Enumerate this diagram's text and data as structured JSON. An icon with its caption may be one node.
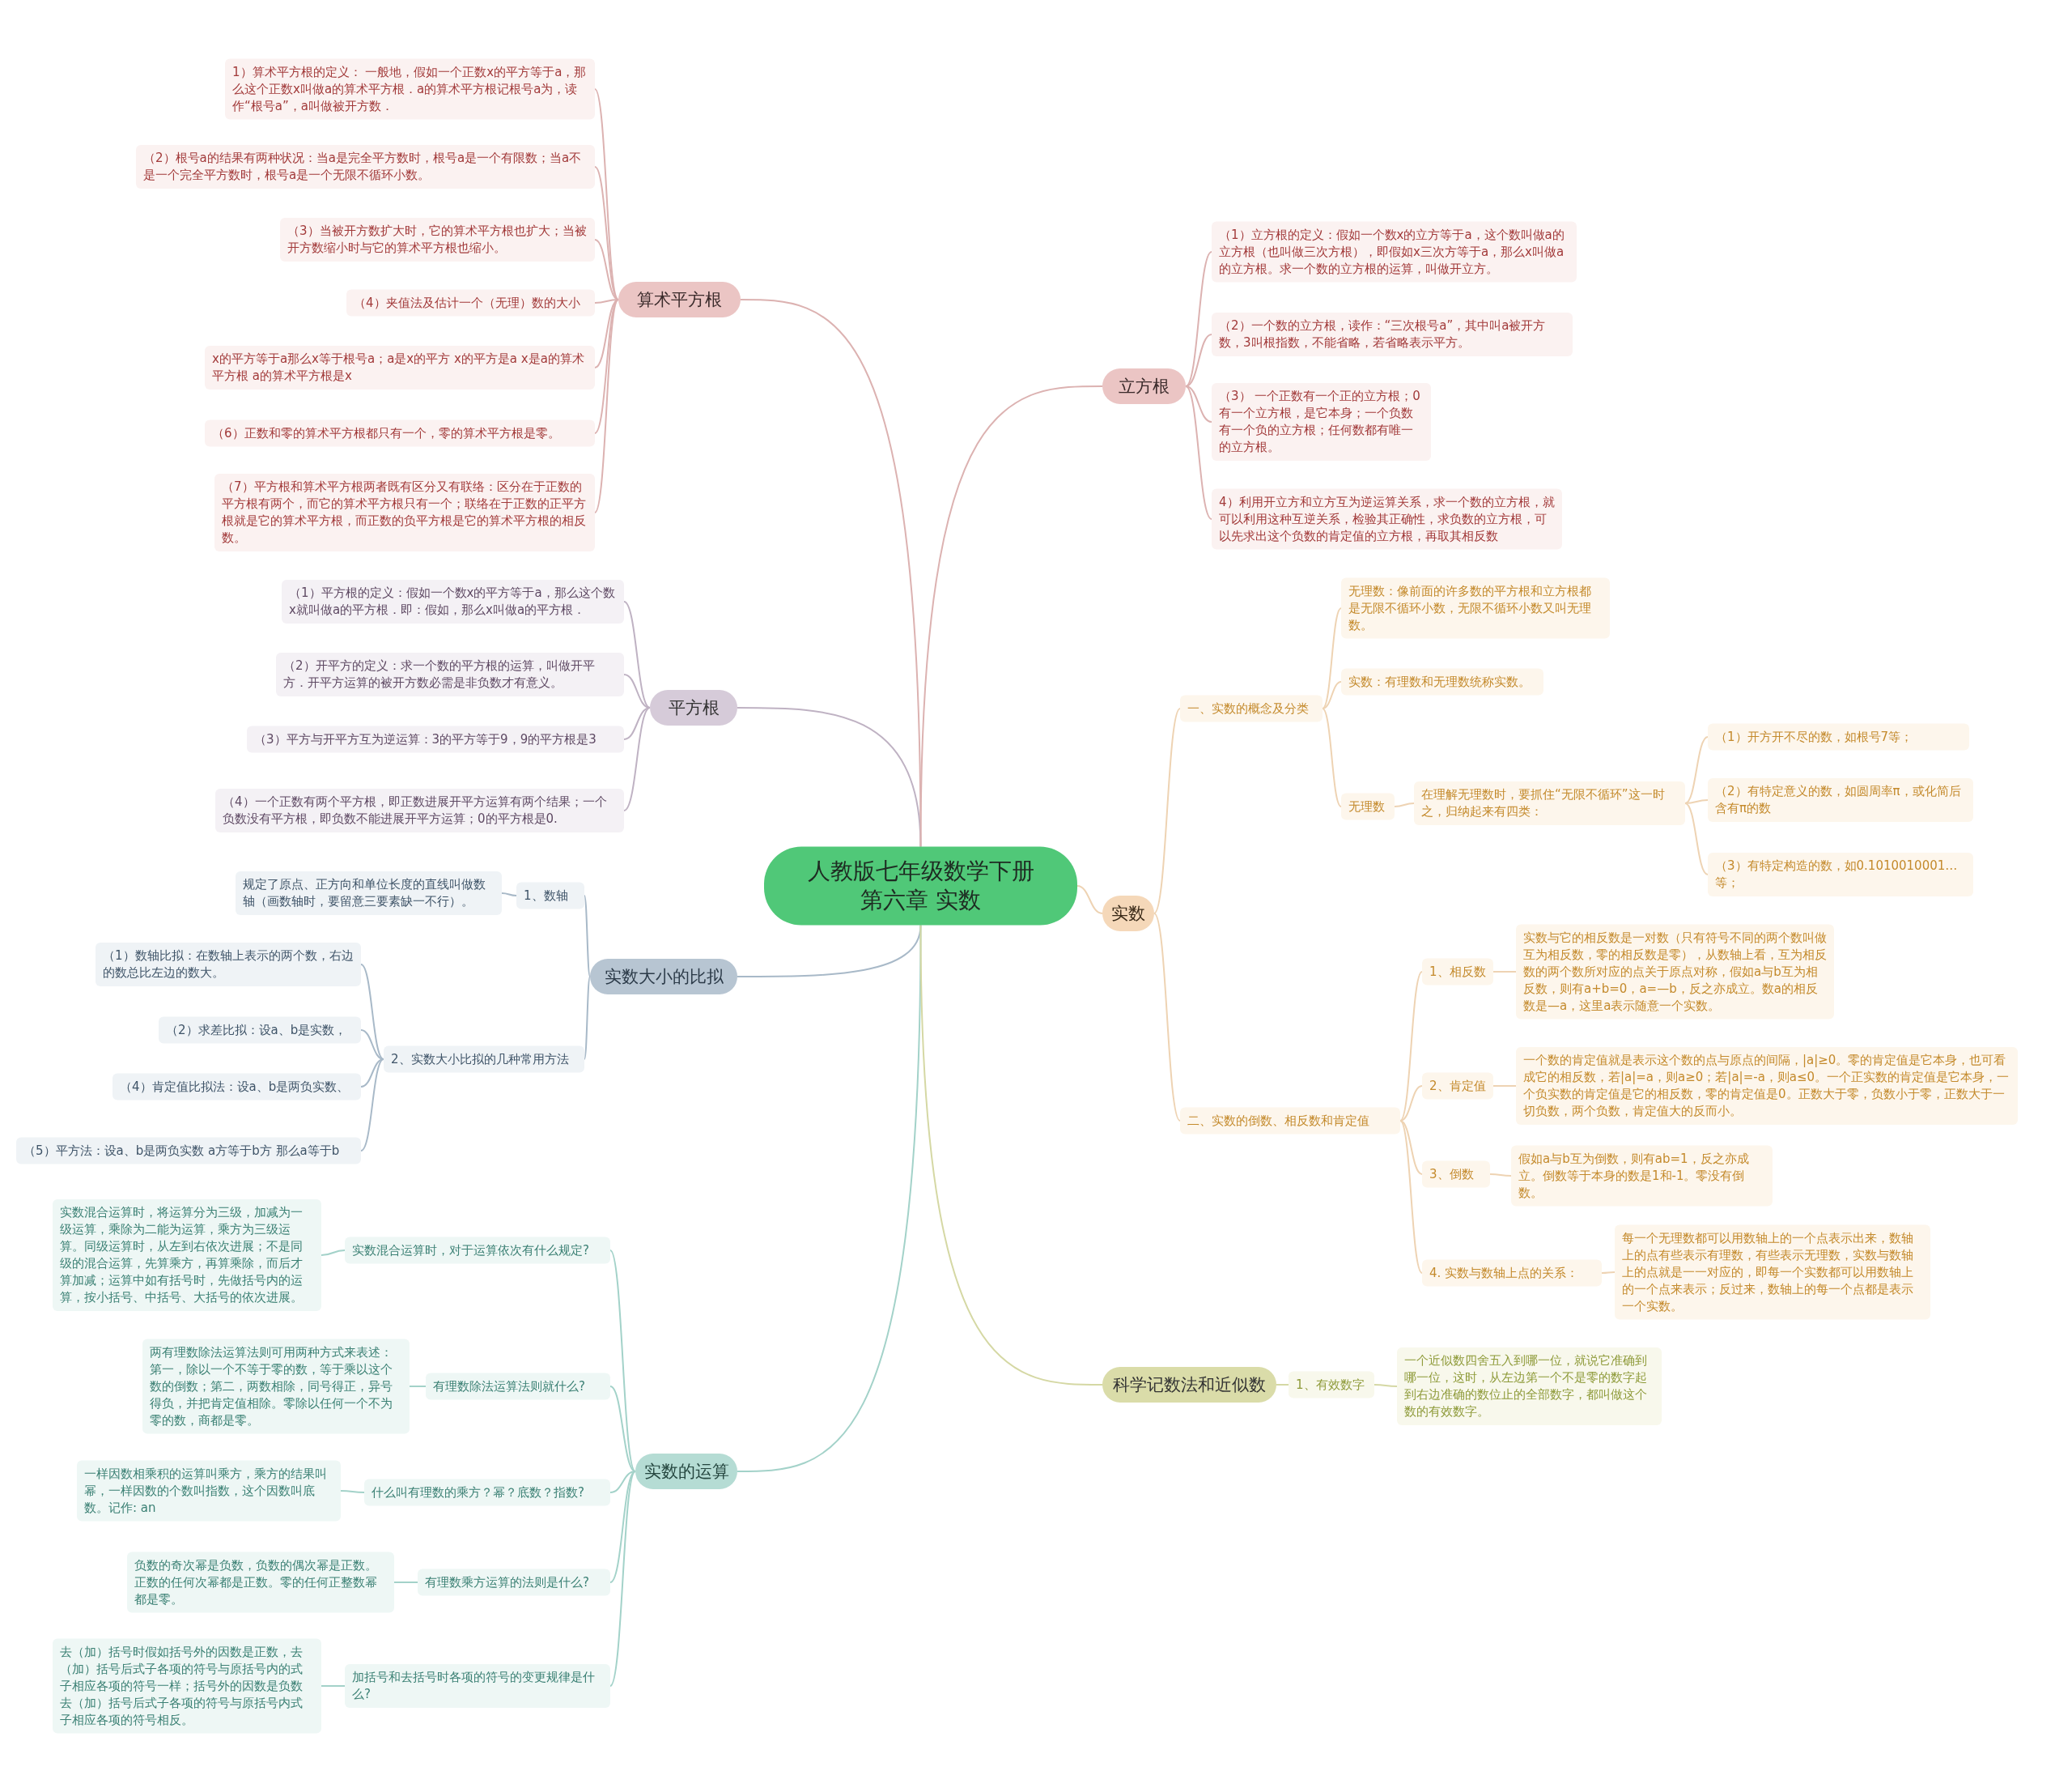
{
  "diagram": {
    "nodes": [
      {
        "text": [
          "人教版七年级数学下册",
          "第六章 实数"
        ]
      },
      {
        "text": [
          "算术平方根"
        ]
      },
      {
        "text": [
          "1）算术平方根的定义： 一般地，假如一个正数x的平方等于a，那么这个正数x叫做a的算术平方根．a的算术平方根记根号a为，读作“根号a”，a叫做被开方数．"
        ]
      },
      {
        "text": [
          "（2）根号a的结果有两种状况：当a是完全平方数时，根号a是一个有限数；当a不是一个完全平方数时，根号a是一个无限不循环小数。"
        ]
      },
      {
        "text": [
          "（3）当被开方数扩大时，它的算术平方根也扩大；当被开方数缩小时与它的算术平方根也缩小。"
        ]
      },
      {
        "text": [
          "（4）夹值法及估计一个（无理）数的大小"
        ]
      },
      {
        "text": [
          "x的平方等于a那么x等于根号a；a是x的平方 x的平方是a x是a的算术平方根 a的算术平方根是x"
        ]
      },
      {
        "text": [
          "（6）正数和零的算术平方根都只有一个，零的算术平方根是零。"
        ]
      },
      {
        "text": [
          "（7）平方根和算术平方根两者既有区分又有联络：区分在于正数的平方根有两个，而它的算术平方根只有一个；联络在于正数的正平方根就是它的算术平方根，而正数的负平方根是它的算术平方根的相反数。"
        ]
      },
      {
        "text": [
          "平方根"
        ]
      },
      {
        "text": [
          "（1）平方根的定义：假如一个数x的平方等于a，那么这个数x就叫做a的平方根．即：假如，那么x叫做a的平方根．"
        ]
      },
      {
        "text": [
          "（2）开平方的定义：求一个数的平方根的运算，叫做开平方．开平方运算的被开方数必需是非负数才有意义。"
        ]
      },
      {
        "text": [
          "（3）平方与开平方互为逆运算：3的平方等于9，9的平方根是3"
        ]
      },
      {
        "text": [
          "（4）一个正数有两个平方根，即正数进展开平方运算有两个结果；一个负数没有平方根，即负数不能进展开平方运算；0的平方根是0."
        ]
      },
      {
        "text": [
          "实数大小的比拟"
        ]
      },
      {
        "text": [
          "1、数轴"
        ]
      },
      {
        "text": [
          "规定了原点、正方向和单位长度的直线叫做数轴（画数轴时，要留意三要素缺一不行）。"
        ]
      },
      {
        "text": [
          "2、实数大小比拟的几种常用方法"
        ]
      },
      {
        "text": [
          "（1）数轴比拟：在数轴上表示的两个数，右边的数总比左边的数大。"
        ]
      },
      {
        "text": [
          "（2）求差比拟：设a、b是实数，"
        ]
      },
      {
        "text": [
          "（4）肯定值比拟法：设a、b是两负实数、"
        ]
      },
      {
        "text": [
          "（5）平方法：设a、b是两负实数 a方等于b方 那么a等于b"
        ]
      },
      {
        "text": [
          "实数的运算"
        ]
      },
      {
        "text": [
          "实数混合运算时，对于运算依次有什么规定?"
        ]
      },
      {
        "text": [
          "实数混合运算时，将运算分为三级，加减为一级运算，乘除为二能为运算，乘方为三级运算。同级运算时，从左到右依次进展；不是同级的混合运算，先算乘方，再算乘除，而后才算加减；运算中如有括号时，先做括号内的运算，按小括号、中括号、大括号的依次进展。"
        ]
      },
      {
        "text": [
          "有理数除法运算法则就什么?"
        ]
      },
      {
        "text": [
          "两有理数除法运算法则可用两种方式来表述：第一，除以一个不等于零的数，等于乘以这个数的倒数；第二，两数相除，同号得正，异号得负，并把肯定值相除。零除以任何一个不为零的数，商都是零。"
        ]
      },
      {
        "text": [
          "什么叫有理数的乘方？幂？底数？指数?"
        ]
      },
      {
        "text": [
          "一样因数相乘积的运算叫乘方，乘方的结果叫幂，一样因数的个数叫指数，这个因数叫底数。记作: an"
        ]
      },
      {
        "text": [
          "有理数乘方运算的法则是什么?"
        ]
      },
      {
        "text": [
          "负数的奇次幂是负数，负数的偶次幂是正数。正数的任何次幂都是正数。零的任何正整数幂都是零。"
        ]
      },
      {
        "text": [
          "加括号和去括号时各项的符号的变更规律是什么?"
        ]
      },
      {
        "text": [
          "去（加）括号时假如括号外的因数是正数，去（加）括号后式子各项的符号与原括号内的式子相应各项的符号一样；括号外的因数是负数去（加）括号后式子各项的符号与原括号内式子相应各项的符号相反。"
        ]
      },
      {
        "text": [
          "立方根"
        ]
      },
      {
        "text": [
          "（1）立方根的定义：假如一个数x的立方等于a，这个数叫做a的立方根（也叫做三次方根），即假如x三次方等于a，那么x叫做a的立方根。求一个数的立方根的运算，叫做开立方。"
        ]
      },
      {
        "text": [
          "（2）一个数的立方根，读作：“三次根号a”，其中叫a被开方数，3叫根指数，不能省略，若省略表示平方。"
        ]
      },
      {
        "text": [
          "（3） 一个正数有一个正的立方根；0有一个立方根，是它本身；一个负数有一个负的立方根；任何数都有唯一的立方根。"
        ]
      },
      {
        "text": [
          "4）利用开立方和立方互为逆运算关系，求一个数的立方根，就可以利用这种互逆关系，检验其正确性，求负数的立方根，可以先求出这个负数的肯定值的立方根，再取其相反数"
        ]
      },
      {
        "text": [
          "实数"
        ]
      },
      {
        "text": [
          "一、实数的概念及分类"
        ]
      },
      {
        "text": [
          "无理数：像前面的许多数的平方根和立方根都是无限不循环小数，无限不循环小数又叫无理数。"
        ]
      },
      {
        "text": [
          "实数：有理数和无理数统称实数。"
        ]
      },
      {
        "text": [
          "无理数"
        ]
      },
      {
        "text": [
          "在理解无理数时，要抓住“无限不循环”这一时之，归纳起来有四类："
        ]
      },
      {
        "text": [
          "（1）开方开不尽的数，如根号7等；"
        ]
      },
      {
        "text": [
          "（2）有特定意义的数，如圆周率π，或化简后含有π的数"
        ]
      },
      {
        "text": [
          "（3）有特定构造的数，如0.1010010001…等；"
        ]
      },
      {
        "text": [
          "二、实数的倒数、相反数和肯定值"
        ]
      },
      {
        "text": [
          "1、相反数"
        ]
      },
      {
        "text": [
          "实数与它的相反数是一对数（只有符号不同的两个数叫做互为相反数，零的相反数是零），从数轴上看，互为相反数的两个数所对应的点关于原点对称，假如a与b互为相反数，则有a+b=0，a=—b，反之亦成立。数a的相反数是—a，这里a表示随意一个实数。"
        ]
      },
      {
        "text": [
          "2、肯定值"
        ]
      },
      {
        "text": [
          "一个数的肯定值就是表示这个数的点与原点的间隔，|a|≥0。零的肯定值是它本身，也可看成它的相反数，若|a|=a，则a≥0；若|a|=-a，则a≤0。一个正实数的肯定值是它本身，一个负实数的肯定值是它的相反数，零的肯定值是0。正数大于零，负数小于零，正数大于一切负数，两个负数，肯定值大的反而小。"
        ]
      },
      {
        "text": [
          "3、倒数"
        ]
      },
      {
        "text": [
          "假如a与b互为倒数，则有ab=1，反之亦成立。倒数等于本身的数是1和-1。零没有倒数。"
        ]
      },
      {
        "text": [
          "4. 实数与数轴上点的关系："
        ]
      },
      {
        "text": [
          "每一个无理数都可以用数轴上的一个点表示出来，数轴上的点有些表示有理数，有些表示无理数，实数与数轴上的点就是一一对应的，即每一个实数都可以用数轴上的一个点来表示；反过来，数轴上的每一个点都是表示一个实数。"
        ]
      },
      {
        "text": [
          "科学记数法和近似数"
        ]
      },
      {
        "text": [
          "1、有效数字"
        ]
      },
      {
        "text": [
          "一个近似数四舍五入到哪一位，就说它准确到哪一位，这时，从左边第一个不是零的数字起到右边准确的数位止的全部数字，都叫做这个数的有效数字。"
        ]
      }
    ],
    "edges": [
      {
        "from": 0,
        "to": 1,
        "arrow": "none",
        "color": "#dcb2b1"
      },
      {
        "from": 1,
        "to": 2,
        "arrow": "none",
        "color": "#dcb2b1"
      },
      {
        "from": 1,
        "to": 3,
        "arrow": "none",
        "color": "#dcb2b1"
      },
      {
        "from": 1,
        "to": 4,
        "arrow": "none",
        "color": "#dcb2b1"
      },
      {
        "from": 1,
        "to": 5,
        "arrow": "none",
        "color": "#dcb2b1"
      },
      {
        "from": 1,
        "to": 6,
        "arrow": "none",
        "color": "#dcb2b1"
      },
      {
        "from": 1,
        "to": 7,
        "arrow": "none",
        "color": "#dcb2b1"
      },
      {
        "from": 1,
        "to": 8,
        "arrow": "none",
        "color": "#dcb2b1"
      },
      {
        "from": 0,
        "to": 9,
        "arrow": "none",
        "color": "#bfb2c3"
      },
      {
        "from": 9,
        "to": 10,
        "arrow": "none",
        "color": "#bfb2c3"
      },
      {
        "from": 9,
        "to": 11,
        "arrow": "none",
        "color": "#bfb2c3"
      },
      {
        "from": 9,
        "to": 12,
        "arrow": "none",
        "color": "#bfb2c3"
      },
      {
        "from": 9,
        "to": 13,
        "arrow": "none",
        "color": "#bfb2c3"
      },
      {
        "from": 0,
        "to": 14,
        "arrow": "none",
        "color": "#a8b9c8"
      },
      {
        "from": 14,
        "to": 15,
        "arrow": "none",
        "color": "#a8b9c8"
      },
      {
        "from": 15,
        "to": 16,
        "arrow": "none",
        "color": "#a8b9c8"
      },
      {
        "from": 14,
        "to": 17,
        "arrow": "none",
        "color": "#a8b9c8"
      },
      {
        "from": 17,
        "to": 18,
        "arrow": "none",
        "color": "#a8b9c8"
      },
      {
        "from": 17,
        "to": 19,
        "arrow": "none",
        "color": "#a8b9c8"
      },
      {
        "from": 17,
        "to": 20,
        "arrow": "none",
        "color": "#a8b9c8"
      },
      {
        "from": 17,
        "to": 21,
        "arrow": "none",
        "color": "#a8b9c8"
      },
      {
        "from": 0,
        "to": 22,
        "arrow": "none",
        "color": "#a3d2c9"
      },
      {
        "from": 22,
        "to": 23,
        "arrow": "none",
        "color": "#a3d2c9"
      },
      {
        "from": 23,
        "to": 24,
        "arrow": "none",
        "color": "#a3d2c9"
      },
      {
        "from": 22,
        "to": 25,
        "arrow": "none",
        "color": "#a3d2c9"
      },
      {
        "from": 25,
        "to": 26,
        "arrow": "none",
        "color": "#a3d2c9"
      },
      {
        "from": 22,
        "to": 27,
        "arrow": "none",
        "color": "#a3d2c9"
      },
      {
        "from": 27,
        "to": 28,
        "arrow": "none",
        "color": "#a3d2c9"
      },
      {
        "from": 22,
        "to": 29,
        "arrow": "none",
        "color": "#a3d2c9"
      },
      {
        "from": 29,
        "to": 30,
        "arrow": "none",
        "color": "#a3d2c9"
      },
      {
        "from": 22,
        "to": 31,
        "arrow": "none",
        "color": "#a3d2c9"
      },
      {
        "from": 31,
        "to": 32,
        "arrow": "none",
        "color": "#a3d2c9"
      },
      {
        "from": 0,
        "to": 33,
        "arrow": "none",
        "color": "#dcb2b1"
      },
      {
        "from": 33,
        "to": 34,
        "arrow": "none",
        "color": "#dcb2b1"
      },
      {
        "from": 33,
        "to": 35,
        "arrow": "none",
        "color": "#dcb2b1"
      },
      {
        "from": 33,
        "to": 36,
        "arrow": "none",
        "color": "#dcb2b1"
      },
      {
        "from": 33,
        "to": 37,
        "arrow": "none",
        "color": "#dcb2b1"
      },
      {
        "from": 0,
        "to": 38,
        "arrow": "none"
      },
      {
        "from": 38,
        "to": 39,
        "arrow": "none"
      },
      {
        "from": 39,
        "to": 40,
        "arrow": "none"
      },
      {
        "from": 39,
        "to": 41,
        "arrow": "none"
      },
      {
        "from": 39,
        "to": 42,
        "arrow": "none"
      },
      {
        "from": 42,
        "to": 43,
        "arrow": "none"
      },
      {
        "from": 43,
        "to": 44,
        "arrow": "none"
      },
      {
        "from": 43,
        "to": 45,
        "arrow": "none"
      },
      {
        "from": 43,
        "to": 46,
        "arrow": "none"
      },
      {
        "from": 38,
        "to": 47,
        "arrow": "none"
      },
      {
        "from": 47,
        "to": 48,
        "arrow": "none"
      },
      {
        "from": 48,
        "to": 49,
        "arrow": "none"
      },
      {
        "from": 47,
        "to": 50,
        "arrow": "none"
      },
      {
        "from": 50,
        "to": 51,
        "arrow": "none"
      },
      {
        "from": 47,
        "to": 52,
        "arrow": "none"
      },
      {
        "from": 52,
        "to": 53,
        "arrow": "none"
      },
      {
        "from": 47,
        "to": 54,
        "arrow": "none"
      },
      {
        "from": 54,
        "to": 55,
        "arrow": "none"
      },
      {
        "from": 0,
        "to": 56,
        "arrow": "none",
        "color": "#d5d8a4"
      },
      {
        "from": 56,
        "to": 57,
        "arrow": "none",
        "color": "#d5d8a4"
      },
      {
        "from": 57,
        "to": 58,
        "arrow": "none",
        "color": "#d5d8a4"
      }
    ]
  }
}
